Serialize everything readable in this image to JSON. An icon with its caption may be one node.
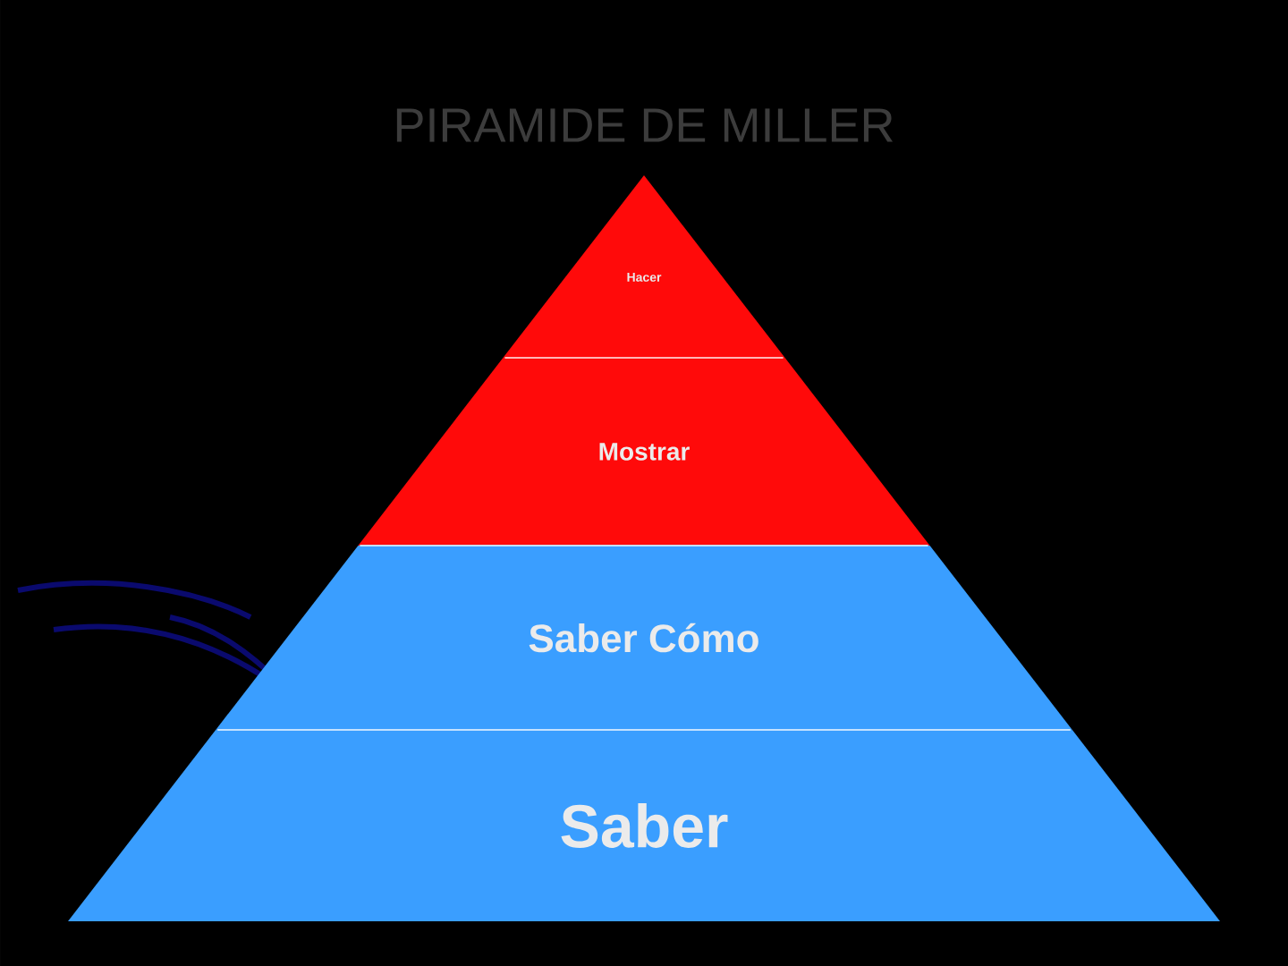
{
  "diagram": {
    "title": "PIRAMIDE DE MILLER",
    "nodes": [
      {
        "text": [
          "Hacer"
        ]
      },
      {
        "text": [
          "Mostrar"
        ]
      },
      {
        "text": [
          "Saber   Cómo"
        ]
      },
      {
        "text": [
          "Saber"
        ]
      }
    ]
  }
}
